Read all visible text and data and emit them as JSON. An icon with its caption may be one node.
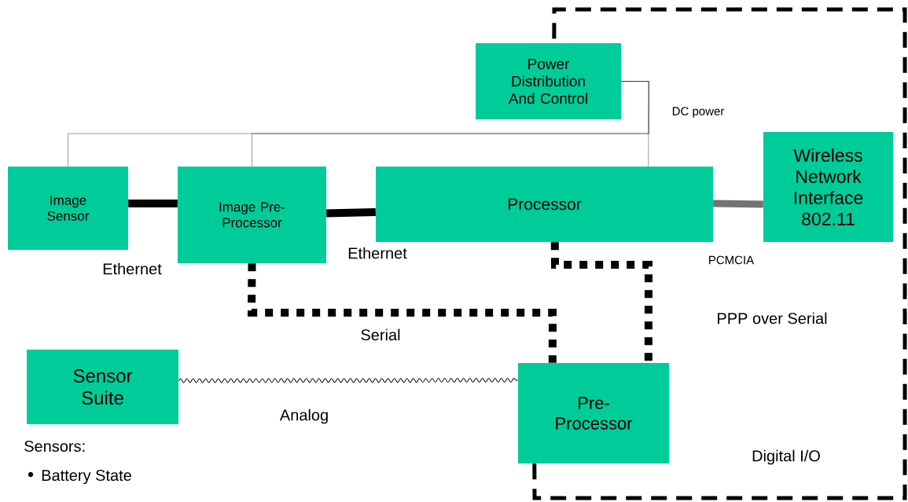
{
  "diagram": {
    "nodes": [
      {
        "text": [
          "Power Distribution And Control"
        ]
      },
      {
        "text": [
          "Image Sensor"
        ]
      },
      {
        "text": [
          "Image Pre-Processor"
        ]
      },
      {
        "text": [
          "Processor"
        ]
      },
      {
        "text": [
          "Wireless Network Interface 802.11"
        ]
      },
      {
        "text": [
          "Sensor Suite"
        ]
      },
      {
        "text": [
          "Pre-Processor"
        ]
      }
    ],
    "edges": [
      {
        "from": 0,
        "to": 3,
        "arrow": "none",
        "label": "DC power"
      },
      {
        "from": 0,
        "to": 1,
        "arrow": "none"
      },
      {
        "from": 0,
        "to": 2,
        "arrow": "none"
      },
      {
        "from": 1,
        "to": 2,
        "arrow": "none",
        "style": "thick",
        "label": "Ethernet"
      },
      {
        "from": 2,
        "to": 3,
        "arrow": "none",
        "style": "thick",
        "label": "Ethernet"
      },
      {
        "from": 3,
        "to": 4,
        "arrow": "none",
        "style": "thick",
        "color": "#737373",
        "label": "PCMCIA"
      },
      {
        "from": 2,
        "to": 6,
        "arrow": "none",
        "style": "dashed",
        "label": "Serial"
      },
      {
        "from": 3,
        "to": 6,
        "arrow": "none",
        "style": "dashed",
        "label": "PPP over Serial"
      },
      {
        "from": 5,
        "to": 6,
        "arrow": "none",
        "label": "Analog"
      },
      {
        "from": 6,
        "to": 0,
        "arrow": "none",
        "style": "dashed",
        "label": "Digital I/O"
      }
    ],
    "labels": [
      "Sensors:",
      "Battery State"
    ]
  }
}
